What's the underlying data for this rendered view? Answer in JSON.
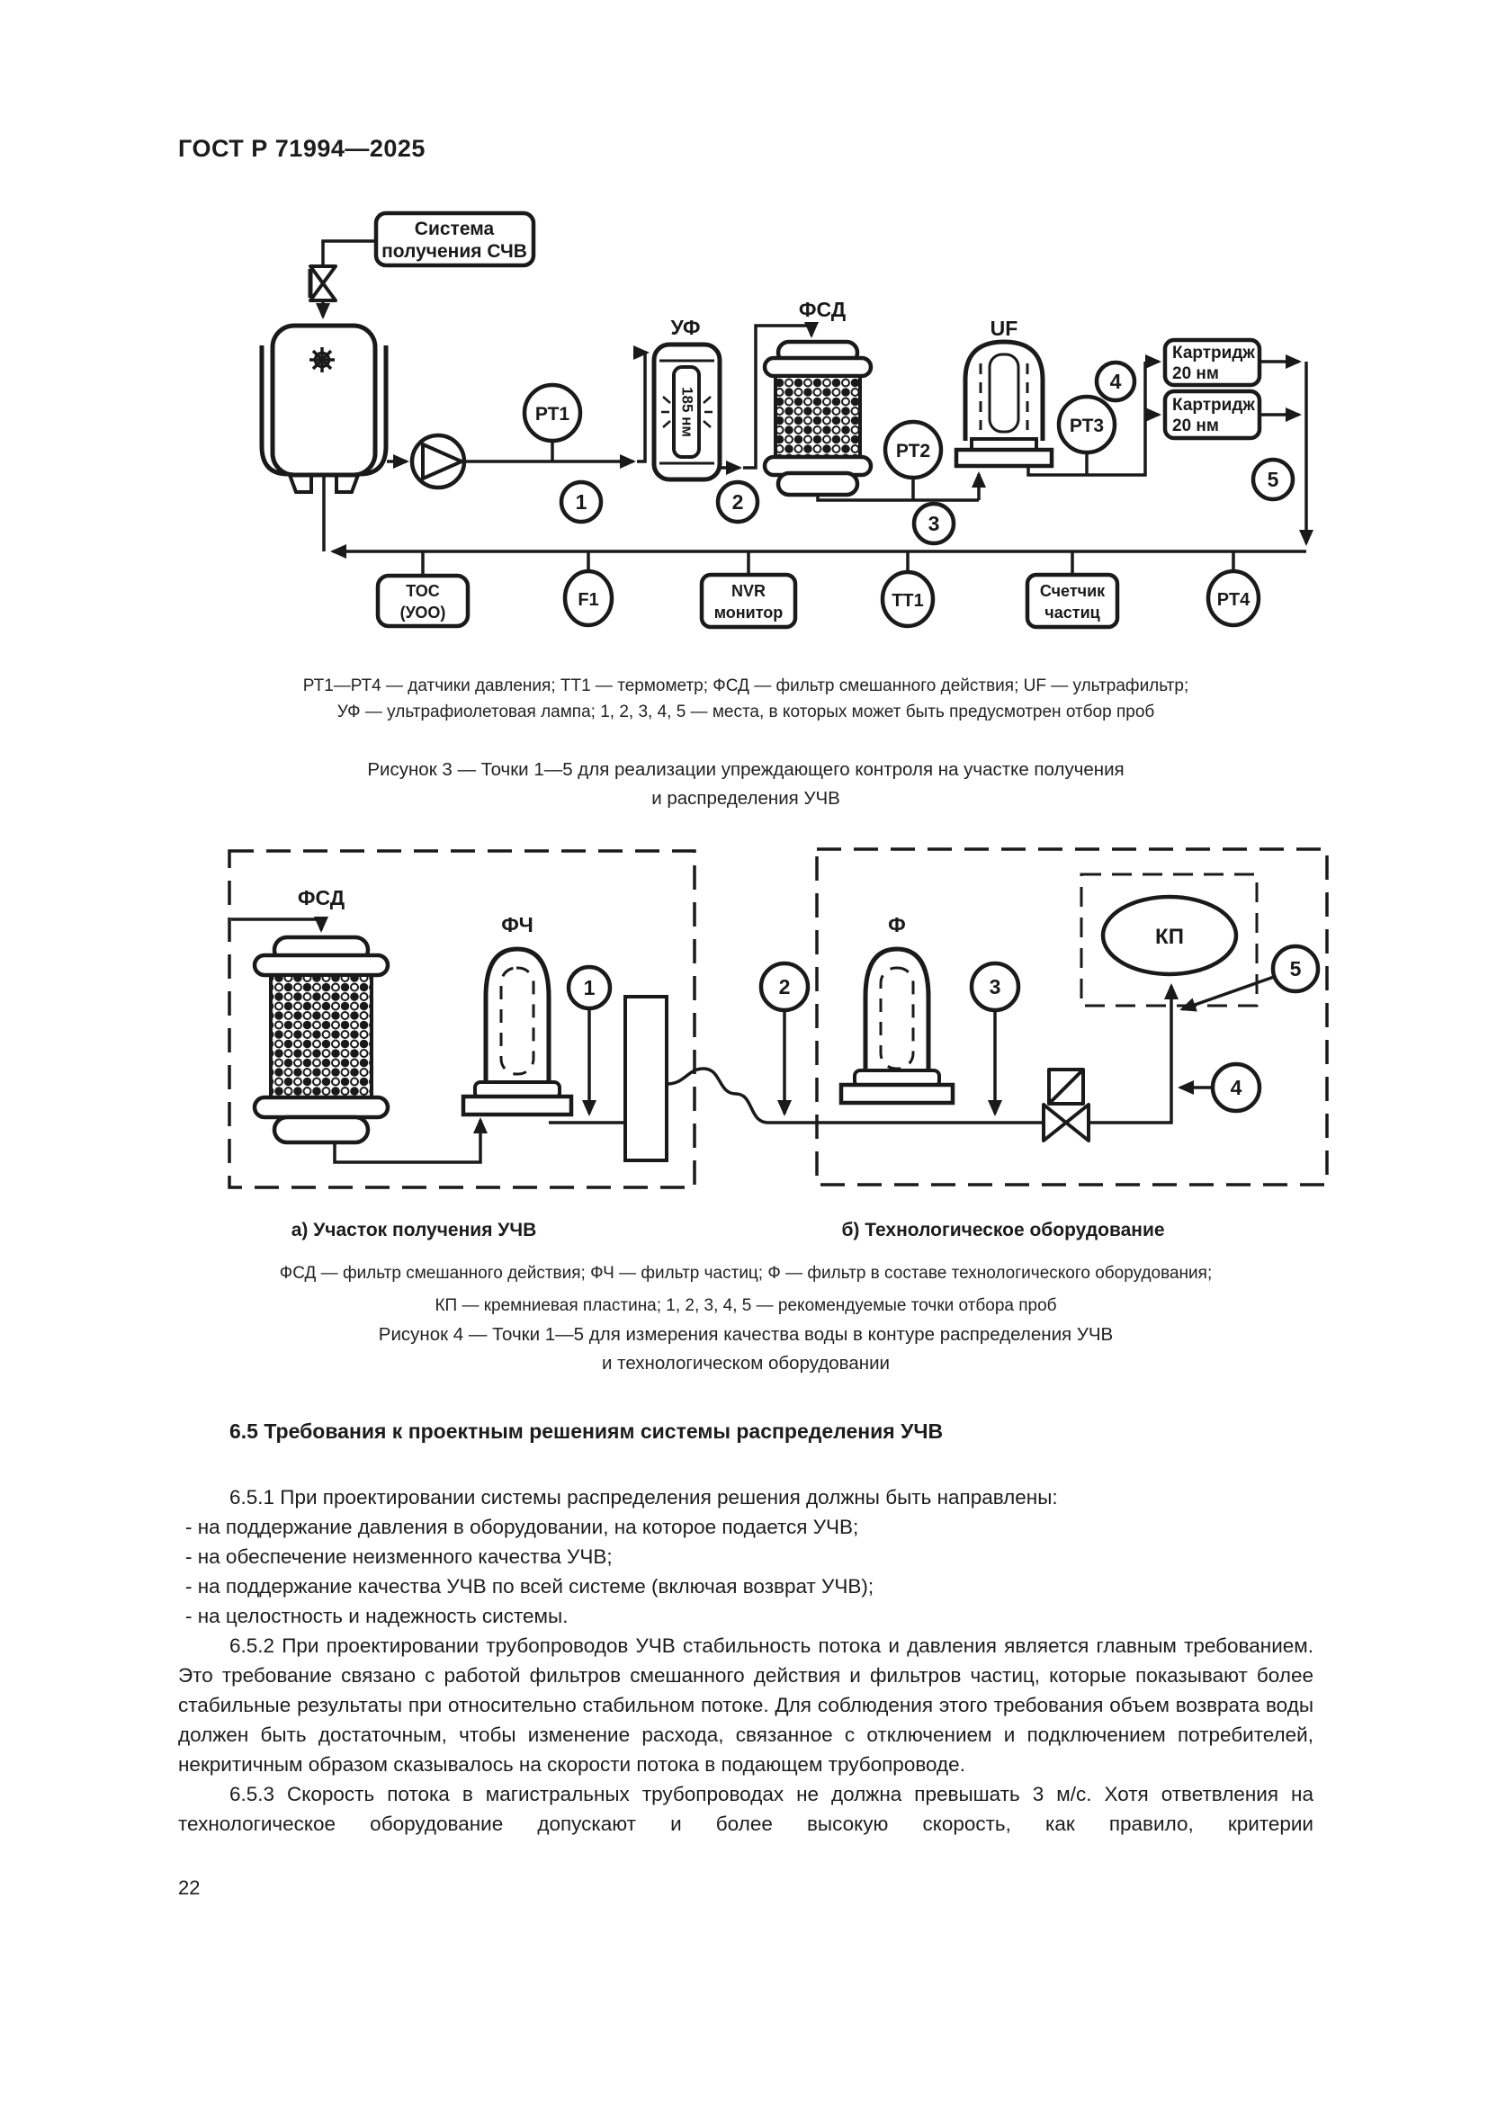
{
  "header": {
    "title": "ГОСТ Р 71994—2025"
  },
  "fig3": {
    "source_line1": "Система",
    "source_line2": "получения СЧВ",
    "uv_label": "УФ",
    "uv_lamp_text": "185 нм",
    "fsd_label": "ФСД",
    "uf_label": "UF",
    "pt1": "РТ1",
    "pt2": "РТ2",
    "pt3": "РТ3",
    "pt4": "РТ4",
    "tt1": "ТТ1",
    "f1": "F1",
    "cartridge_line1": "Картридж",
    "cartridge_line2": "20 нм",
    "toc_line1": "ТОС",
    "toc_line2": "(УОО)",
    "nvr_line1": "NVR",
    "nvr_line2": "монитор",
    "counter_line1": "Счетчик",
    "counter_line2": "частиц",
    "points": [
      "1",
      "2",
      "3",
      "4",
      "5"
    ],
    "legend_line1": "РТ1—РТ4 — датчики давления; ТТ1 — термометр; ФСД — фильтр смешанного действия; UF — ультрафильтр;",
    "legend_line2": "УФ — ультрафиолетовая лампа; 1, 2, 3, 4, 5 — места, в которых может быть предусмотрен отбор проб",
    "caption_line1": "Рисунок 3 — Точки 1—5 для реализации упреждающего контроля на участке получения",
    "caption_line2": "и распределения УЧВ"
  },
  "fig4": {
    "fsd_label": "ФСД",
    "fch_label": "ФЧ",
    "f_label": "Ф",
    "kp_label": "КП",
    "points": [
      "1",
      "2",
      "3",
      "4",
      "5"
    ],
    "label_a": "а) Участок получения УЧВ",
    "label_b": "б) Технологическое оборудование",
    "legend_line1": "ФСД — фильтр смешанного действия; ФЧ — фильтр частиц; Ф — фильтр в составе технологического оборудования;",
    "legend_line2": "КП — кремниевая пластина; 1, 2, 3, 4, 5 — рекомендуемые точки отбора проб",
    "caption_line1": "Рисунок 4 — Точки 1—5 для измерения качества воды в контуре распределения УЧВ",
    "caption_line2": "и технологическом оборудовании"
  },
  "section": {
    "heading": "6.5 Требования к проектным решениям системы распределения УЧВ",
    "p651": "6.5.1 При проектировании системы распределения решения должны быть направлены:",
    "bullets": [
      "- на поддержание давления в оборудовании, на которое подается УЧВ;",
      "- на обеспечение неизменного качества УЧВ;",
      "- на поддержание качества УЧВ по всей системе (включая возврат УЧВ);",
      "- на целостность и надежность системы."
    ],
    "p652": "6.5.2 При проектировании трубопроводов УЧВ стабильность потока и давления является главным требованием. Это требование связано с работой фильтров смешанного действия и фильтров частиц, которые показывают более стабильные результаты при относительно стабильном потоке. Для соблюдения этого требования объем возврата воды должен быть достаточным, чтобы изменение расхода, связанное с отключением и подключением потребителей, некритичным образом сказывалось на скорости потока в подающем трубопроводе.",
    "p653": "6.5.3 Скорость потока в магистральных трубопроводах не должна превышать 3 м/с. Хотя ответвления на технологическое оборудование допускают и более высокую скорость, как правило, критерии"
  },
  "page": {
    "number": "22"
  }
}
